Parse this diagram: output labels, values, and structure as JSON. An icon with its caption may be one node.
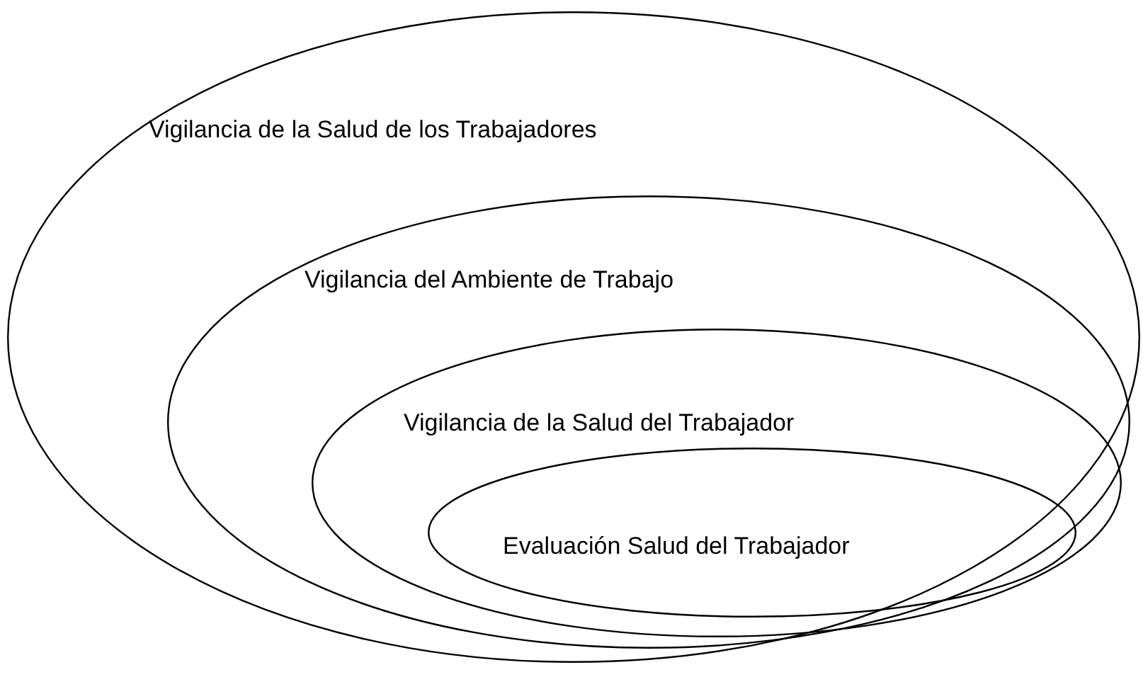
{
  "diagram": {
    "nodes": [
      {
        "text": [
          "Vigilancia de la Salud de los Trabajadores"
        ]
      },
      {
        "text": [
          "Vigilancia del Ambiente de Trabajo"
        ],
        "in": 0
      },
      {
        "text": [
          "Vigilancia de la Salud del Trabajador"
        ],
        "in": 1
      },
      {
        "text": [
          "Evaluación Salud del Trabajador"
        ],
        "in": 2
      }
    ]
  }
}
